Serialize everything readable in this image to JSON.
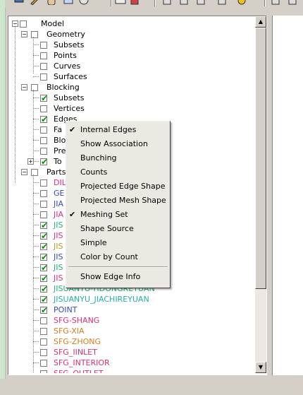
{
  "toolbar": {
    "icons": [
      "display-icon",
      "pen-icon",
      "hand-icon",
      "window-icon",
      "clock-icon",
      "dropdown-icon",
      "cube-icon",
      "cube-edit-icon",
      "star-icon",
      "cube-sparkle-icon",
      "gear-icon",
      "cube-outline-icon",
      "wrench-icon"
    ]
  },
  "tree": {
    "root": "Model",
    "geometry": {
      "label": "Geometry",
      "children": [
        "Subsets",
        "Points",
        "Curves",
        "Surfaces"
      ]
    },
    "blocking": {
      "label": "Blocking",
      "children": [
        {
          "label": "Subsets",
          "checked": true
        },
        {
          "label": "Vertices",
          "checked": false
        },
        {
          "label": "Edges",
          "checked": true
        },
        {
          "label": "Fa",
          "checked": false
        },
        {
          "label": "Blo",
          "checked": false
        },
        {
          "label": "Pre",
          "checked": false
        },
        {
          "label": "To",
          "checked": true
        }
      ]
    },
    "parts": {
      "label": "Parts",
      "children": [
        {
          "label": "DIL",
          "checked": false,
          "color": "#d9307a"
        },
        {
          "label": "GE",
          "checked": false,
          "color": "#3a48b8"
        },
        {
          "label": "JIA",
          "checked": false,
          "color": "#3a48b8"
        },
        {
          "label": "JIA",
          "checked": false,
          "color": "#d9307a"
        },
        {
          "label": "JIS",
          "checked": true,
          "color": "#22b07a"
        },
        {
          "label": "JIS",
          "checked": true,
          "color": "#d9307a"
        },
        {
          "label": "JIS",
          "checked": true,
          "color": "#b0a020"
        },
        {
          "label": "JIS",
          "checked": true,
          "color": "#3a48b8"
        },
        {
          "label": "JIS",
          "checked": true,
          "color": "#22b07a"
        },
        {
          "label": "JIS",
          "checked": true,
          "color": "#d9307a"
        },
        {
          "label": "JISUANYU-YIDONGREYUAN",
          "checked": true,
          "color": "#22b07a"
        },
        {
          "label": "JISUANYU_JIACHIREYUAN",
          "checked": true,
          "color": "#22b0a0"
        },
        {
          "label": "POINT",
          "checked": true,
          "color": "#3a48b8"
        },
        {
          "label": "SFG-SHANG",
          "checked": false,
          "color": "#d9307a"
        },
        {
          "label": "SFG-XIA",
          "checked": false,
          "color": "#d08020"
        },
        {
          "label": "SFG-ZHONG",
          "checked": false,
          "color": "#d08020"
        },
        {
          "label": "SFG_IINLET",
          "checked": false,
          "color": "#d9307a"
        },
        {
          "label": "SFG_INTERIOR",
          "checked": false,
          "color": "#d9307a"
        },
        {
          "label": "SFG_OUTLET",
          "checked": false,
          "color": "#d9307a"
        }
      ]
    }
  },
  "context_menu": {
    "items": [
      {
        "label": "Internal Edges",
        "checked": true
      },
      {
        "label": "Show Association",
        "checked": false
      },
      {
        "label": "Bunching",
        "checked": false
      },
      {
        "label": "Counts",
        "checked": false
      },
      {
        "label": "Projected Edge Shape",
        "checked": false
      },
      {
        "label": "Projected Mesh Shape",
        "checked": false
      },
      {
        "label": "Meshing Set",
        "checked": true
      },
      {
        "label": "Shape Source",
        "checked": false
      },
      {
        "label": "Simple",
        "checked": false
      },
      {
        "label": "Color by Count",
        "checked": false
      }
    ],
    "footer_item": {
      "label": "Show Edge Info",
      "checked": false
    }
  },
  "checkmark_glyph": "✔"
}
